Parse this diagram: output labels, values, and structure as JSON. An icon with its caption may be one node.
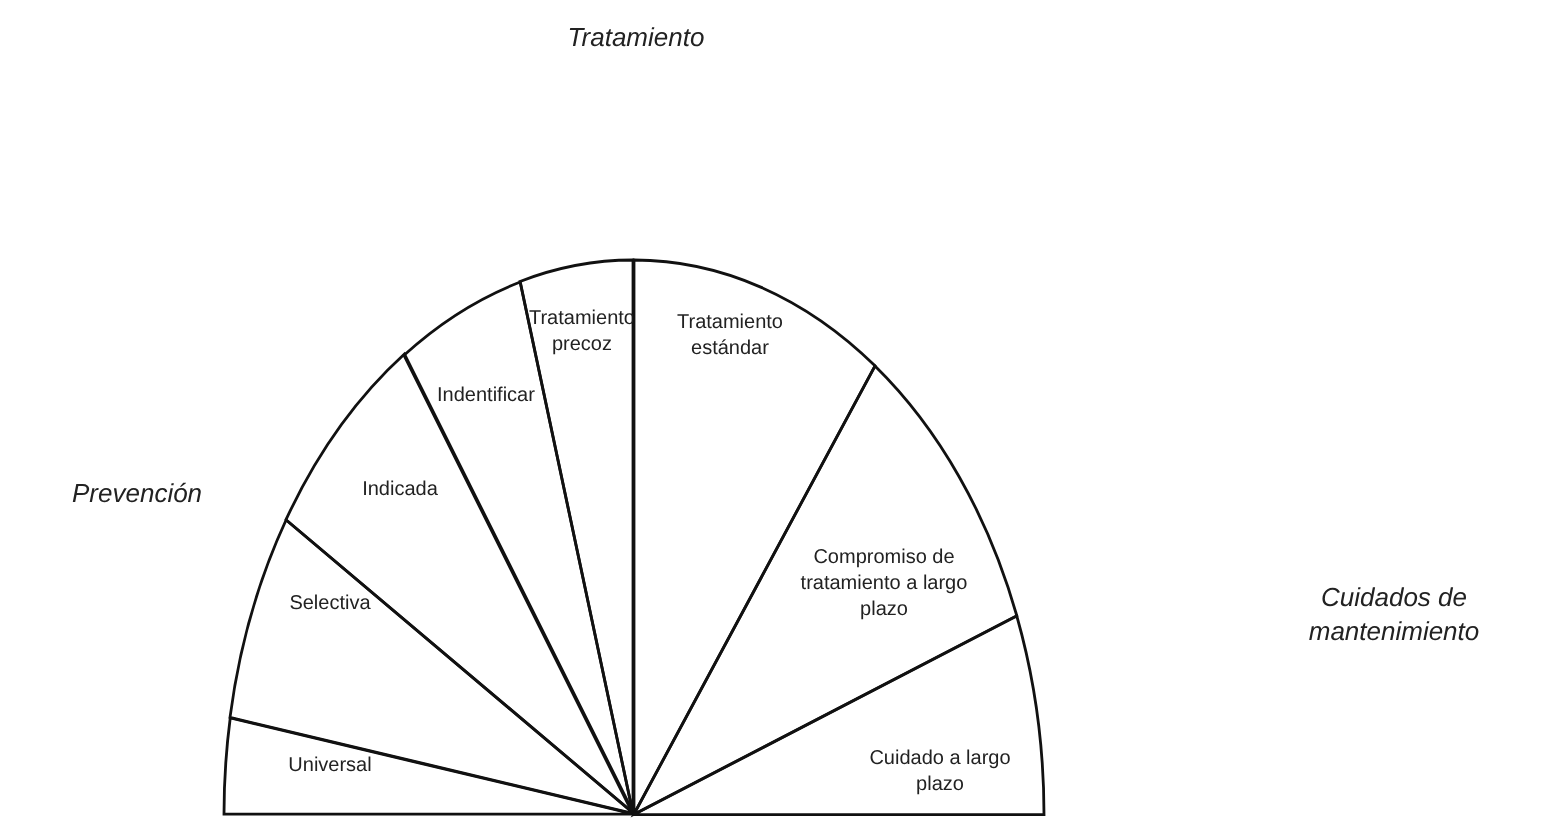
{
  "diagram": {
    "nodes": [
      {
        "text": [
          "Universal"
        ]
      },
      {
        "text": [
          "Selectiva"
        ]
      },
      {
        "text": [
          "Indicada"
        ]
      },
      {
        "text": [
          "Indentificar"
        ]
      },
      {
        "text": [
          "Tratamiento precoz"
        ]
      },
      {
        "text": [
          "Tratamiento estándar"
        ]
      },
      {
        "text": [
          "Compromiso de tratamiento a largo plazo"
        ]
      },
      {
        "text": [
          "Cuidado a largo plazo"
        ]
      }
    ],
    "labels": [
      "Tratamiento",
      "Prevención",
      "Cuidados de mantenimiento"
    ]
  }
}
